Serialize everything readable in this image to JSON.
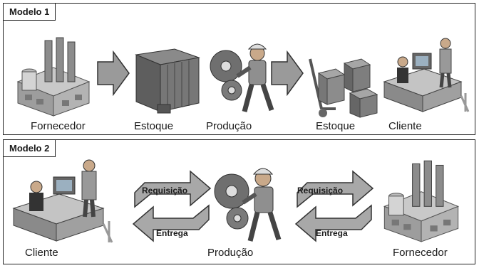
{
  "modelo1": {
    "title": "Modelo 1",
    "fornecedor": "Fornecedor",
    "estoque_a": "Estoque",
    "producao": "Produção",
    "estoque_b": "Estoque",
    "cliente": "Cliente"
  },
  "modelo2": {
    "title": "Modelo 2",
    "cliente": "Cliente",
    "producao": "Produção",
    "fornecedor": "Fornecedor",
    "requisicao_left": "Requisição",
    "entrega_left": "Entrega",
    "requisicao_right": "Requisição",
    "entrega_right": "Entrega"
  },
  "colors": {
    "arrow_fill": "#9a9a9a",
    "cycle_arrow_fill": "#a8a8a8",
    "border": "#222222"
  }
}
